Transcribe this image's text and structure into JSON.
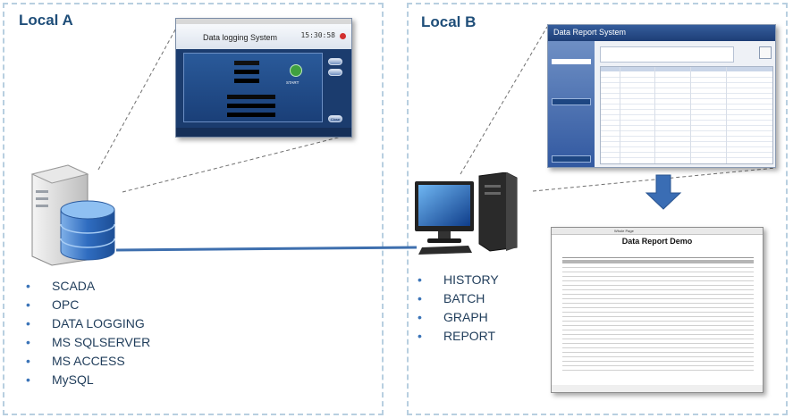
{
  "local_a": {
    "title": "Local A",
    "items": [
      "SCADA",
      "OPC",
      "DATA LOGGING",
      "MS SQLSERVER",
      "MS ACCESS",
      "MySQL"
    ]
  },
  "local_b": {
    "title": "Local B",
    "items": [
      "HISTORY",
      "BATCH",
      "GRAPH",
      "REPORT"
    ]
  },
  "data_logging_window": {
    "title": "Data logging System",
    "clock": "15:30:58",
    "start_label": "START",
    "close_label": "Close"
  },
  "report_window": {
    "title": "Data Report System"
  },
  "report_demo": {
    "title": "Data Report Demo",
    "toolbar_zoom": "Whole Page"
  },
  "colors": {
    "region_border": "#b8cfe0",
    "title_text": "#1f4e79",
    "link_line": "#3e6fae",
    "arrow": "#3a6db4"
  }
}
